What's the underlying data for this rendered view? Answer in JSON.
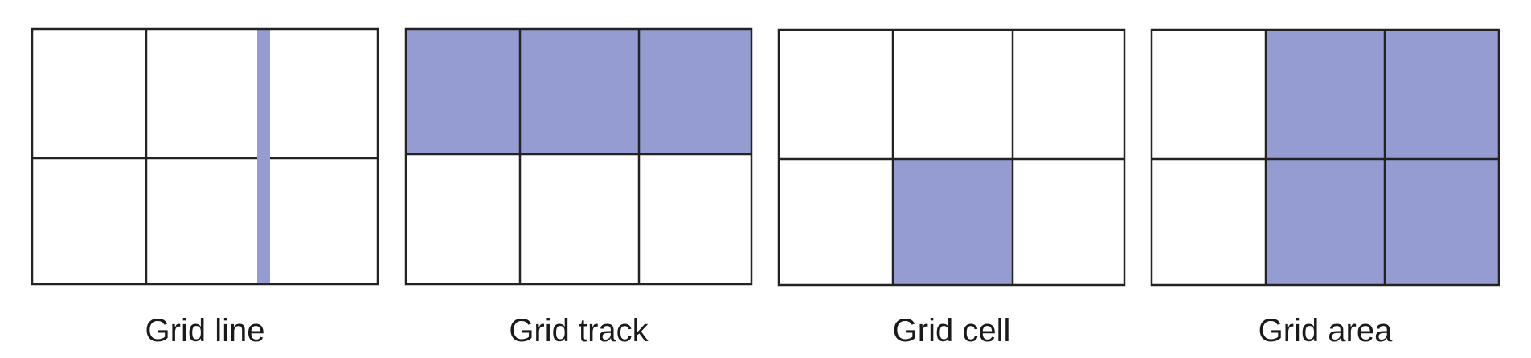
{
  "highlight_color": "#949cd1",
  "line_color": "#222222",
  "background_color": "#ffffff",
  "panels": [
    {
      "caption": "Grid line",
      "highlight": {
        "kind": "line",
        "line_index": 2
      }
    },
    {
      "caption": "Grid track",
      "highlight": {
        "kind": "cells",
        "cells": [
          [
            0,
            0
          ],
          [
            0,
            1
          ],
          [
            0,
            2
          ]
        ]
      }
    },
    {
      "caption": "Grid cell",
      "highlight": {
        "kind": "cells",
        "cells": [
          [
            1,
            1
          ]
        ]
      }
    },
    {
      "caption": "Grid area",
      "highlight": {
        "kind": "cells",
        "cells": [
          [
            0,
            1
          ],
          [
            0,
            2
          ],
          [
            1,
            1
          ],
          [
            1,
            2
          ]
        ]
      }
    }
  ]
}
